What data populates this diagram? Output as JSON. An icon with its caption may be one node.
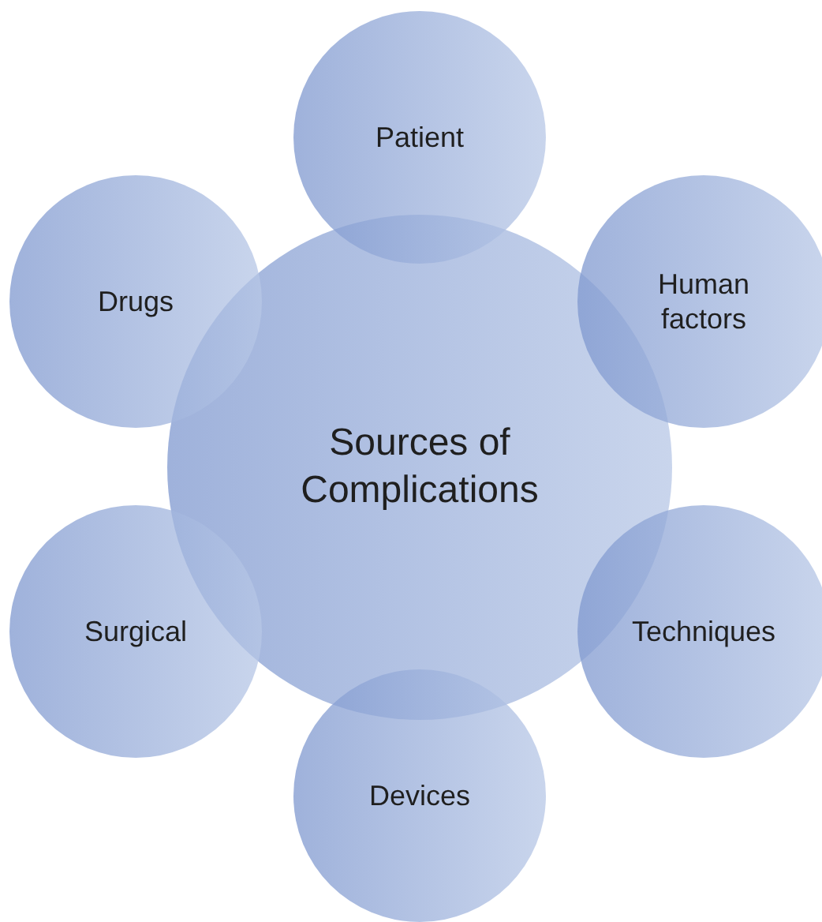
{
  "diagram": {
    "nodes": [
      {
        "text": [
          "Sources of Complications"
        ]
      },
      {
        "text": [
          "Patient"
        ]
      },
      {
        "text": [
          "Human factors"
        ]
      },
      {
        "text": [
          "Techniques"
        ]
      },
      {
        "text": [
          "Devices"
        ]
      },
      {
        "text": [
          "Surgical"
        ]
      },
      {
        "text": [
          "Drugs"
        ]
      }
    ]
  }
}
